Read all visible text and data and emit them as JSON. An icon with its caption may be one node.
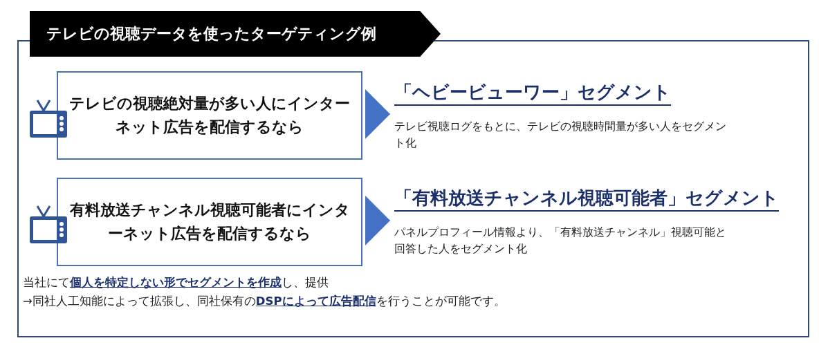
{
  "diagram": {
    "nodes": [
      {
        "text": [
          "テレビの視聴データを使ったターゲティング例"
        ]
      },
      {
        "text": [
          "テレビの視聴絶対量が多い人にインターネット広告を配信するなら"
        ],
        "in": 0
      },
      {
        "text": [
          "「ヘビービューワー」セグメント",
          "テレビ視聴ログをもとに、テレビの視聴時間量が多い人をセグメント化"
        ],
        "in": 0
      },
      {
        "text": [
          "有料放送チャンネル視聴可能者にインターネット広告を配信するなら"
        ],
        "in": 0
      },
      {
        "text": [
          "「有料放送チャンネル視聴可能者」セグメント",
          "パネルプロフィール情報より、「有料放送チャンネル」視聴可能と回答した人をセグメント化"
        ],
        "in": 0
      }
    ],
    "edges": [
      {
        "from": 1,
        "to": 2,
        "arrow": "to"
      },
      {
        "from": 3,
        "to": 4,
        "arrow": "to"
      }
    ],
    "labels": [
      "当社にて**個人を特定しない形でセグメントを作成**し、提供",
      "→同社人工知能によって拡張し、同社保有の**DSPによって広告配信**を行うことが可能です。"
    ]
  }
}
